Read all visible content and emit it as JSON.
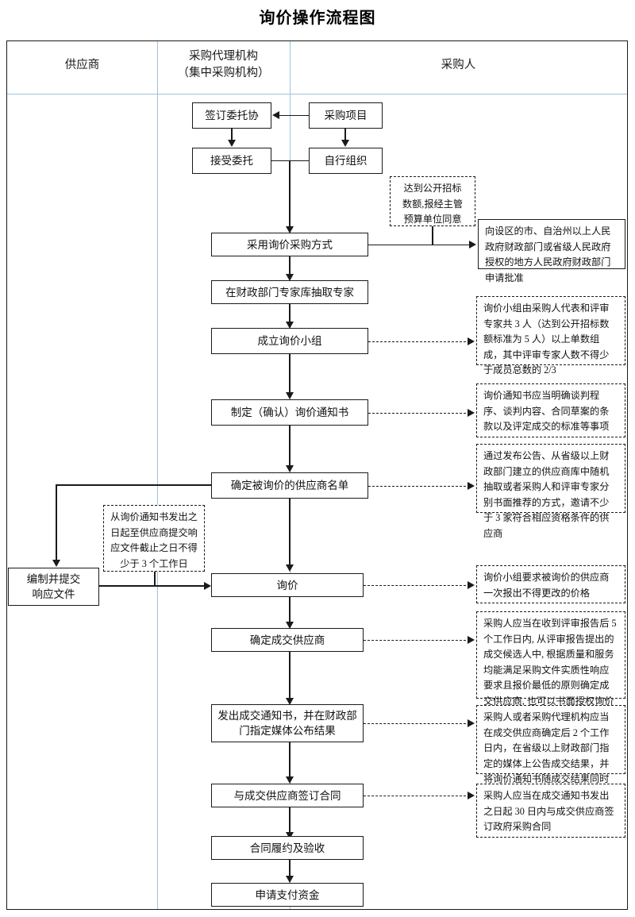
{
  "title": "询价操作流程图",
  "lanes": [
    {
      "name": "supplier",
      "label": "供应商"
    },
    {
      "name": "agency",
      "label": "采购代理机构\n（集中采购机构）",
      "line1": "采购代理机构",
      "line2": "（集中采购机构）"
    },
    {
      "name": "purchaser",
      "label": "采购人"
    }
  ],
  "nodes": {
    "sign_entrust": "签订委托协",
    "purchase_project": "采购项目",
    "accept_entrust": "接受委托",
    "self_organize": "自行组织",
    "adopt_inquiry": "采用询价采购方式",
    "draw_experts": "在财政部门专家库抽取专家",
    "form_group": "成立询价小组",
    "make_notice": "制定（确认）询价通知书",
    "confirm_supplier_list": "确定被询价的供应商名单",
    "prepare_response_l1": "编制并提交",
    "prepare_response_l2": "响应文件",
    "inquiry": "询价",
    "confirm_winner": "确定成交供应商",
    "issue_notice_l1": "发出成交通知书，并在财政部",
    "issue_notice_l2": "门指定媒体公布结果",
    "sign_contract": "与成交供应商签订合同",
    "perform_accept": "合同履约及验收",
    "apply_payment": "申请支付资金"
  },
  "notes": {
    "public_bidding_threshold": "达到公开招标\n数额,报经主管\n预算单位同意",
    "public_bidding_threshold_l1": "达到公开招标",
    "public_bidding_threshold_l2": "数额,报经主管",
    "public_bidding_threshold_l3": "预算单位同意",
    "apply_approval": "向设区的市、自治州以上人民政府财政部门或省级人民政府授权的地方人民政府财政部门申请批准",
    "group_composition": "询价小组由采购人代表和评审专家共 3 人（达到公开招标数额标准为 5 人）以上单数组成，其中评审专家人数不得少于成员总数的 2/3",
    "notice_content": "询价通知书应当明确谈判程序、谈判内容、合同草案的条款以及评定成交的标准等事项",
    "supplier_selection": "通过发布公告、从省级以上财政部门建立的供应商库中随机抽取或者采购人和评审专家分别书面推荐的方式，邀请不少于 3 家符合相应资格条件的供应商",
    "response_deadline": "从询价通知书发出之日起至供应商提交响应文件截止之日不得少于 3 个工作日",
    "one_time_quote": "询价小组要求被询价的供应商一次报出不得更改的价格",
    "winner_determination": "采购人应当在收到评审报告后 5 个工作日内, 从评审报告提出的成交候选人中, 根据质量和服务均能满足采购文件实质性响应要求且报价最低的原则确定成交供应商, 也可以书面授权询价小组直接确定成交供应商",
    "announce_result": "采购人或者采购代理机构应当在成交供应商确定后 2 个工作日内，在省级以上财政部门指定的媒体上公告成交结果，并将询价通知书随成交结果同时公告",
    "contract_deadline": "采购人应当在成交通知书发出之日起 30 日内与成交供应商签订政府采购合同"
  },
  "colors": {
    "frame_border": "#1a1a1a",
    "lane_divider": "#9dc3e0",
    "node_border": "#1a1a1a",
    "background": "#ffffff",
    "text": "#111111"
  }
}
